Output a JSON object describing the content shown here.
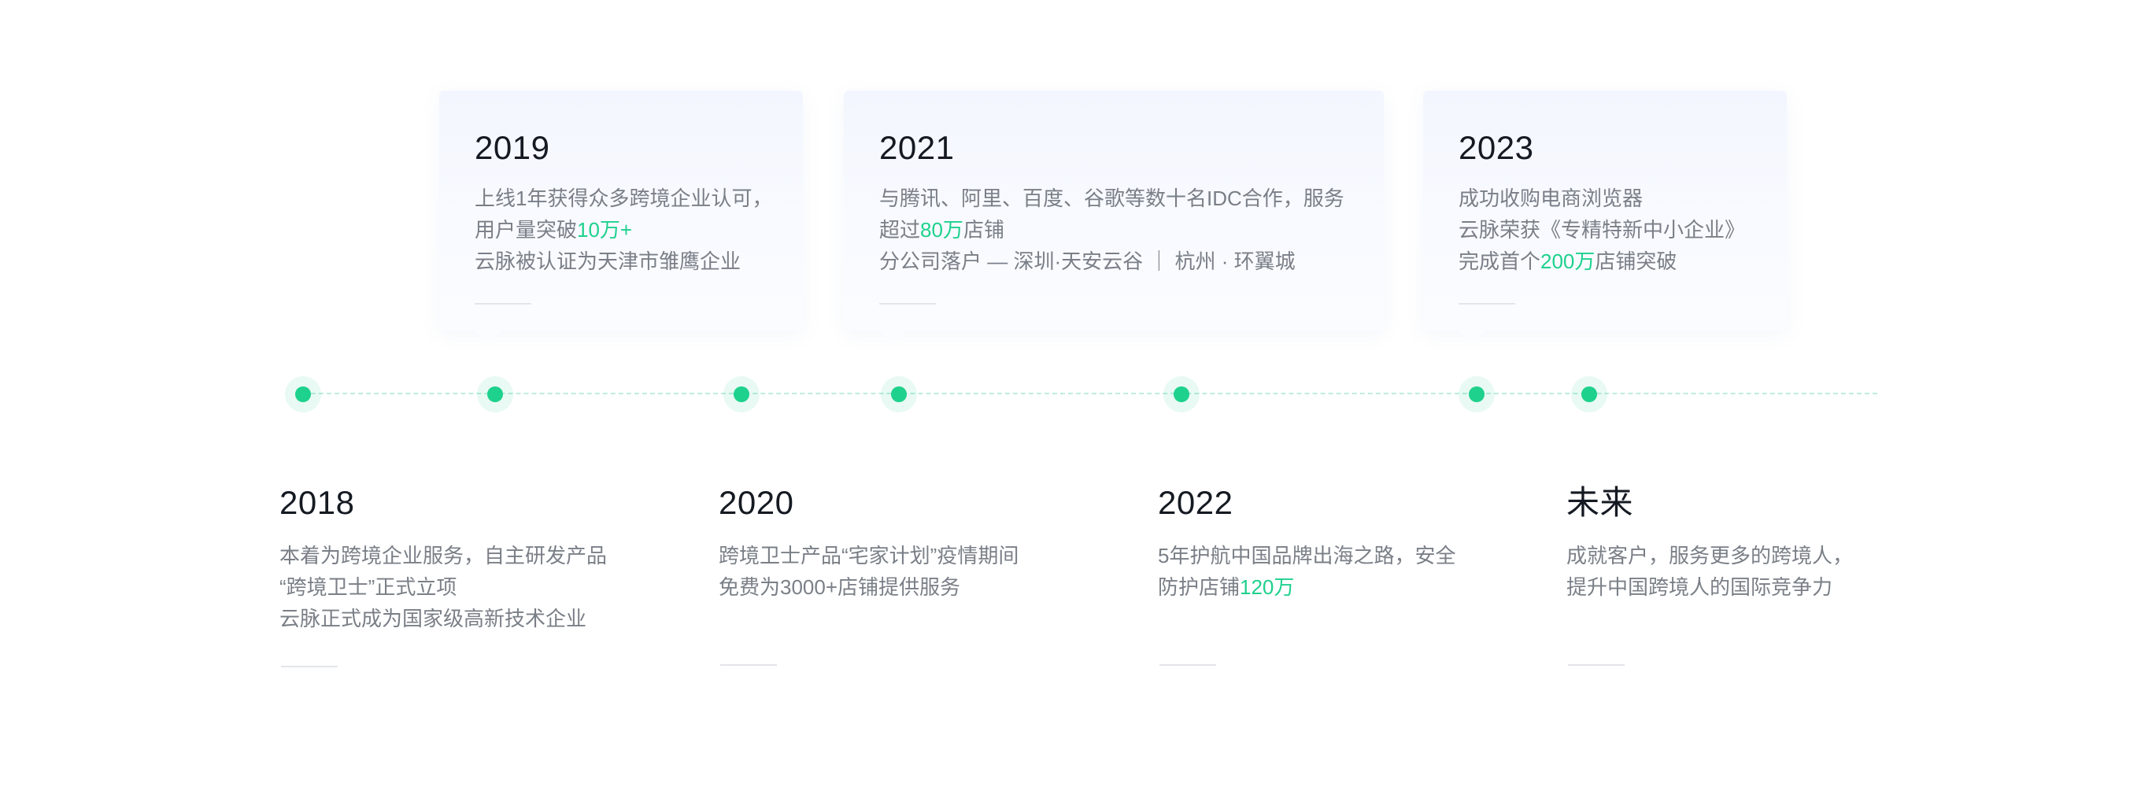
{
  "top": [
    {
      "year": "2019",
      "lines": [
        [
          {
            "t": "上线1年获得众多跨境企业认可，"
          }
        ],
        [
          {
            "t": "用户量突破"
          },
          {
            "t": "10万+",
            "h": true
          }
        ],
        [
          {
            "t": "云脉被认证为天津市雏鹰企业"
          }
        ]
      ]
    },
    {
      "year": "2021",
      "lines": [
        [
          {
            "t": "与腾讯、阿里、百度、谷歌等数十名IDC合作，服务"
          }
        ],
        [
          {
            "t": "超过"
          },
          {
            "t": "80万",
            "h": true
          },
          {
            "t": "店铺"
          }
        ],
        [
          {
            "t": "分公司落户 — 深圳·天安云谷  ｜  杭州 · 环翼城"
          }
        ]
      ]
    },
    {
      "year": "2023",
      "lines": [
        [
          {
            "t": "成功收购电商浏览器"
          }
        ],
        [
          {
            "t": "云脉荣获《专精特新中小企业》"
          }
        ],
        [
          {
            "t": "完成首个"
          },
          {
            "t": "200万",
            "h": true
          },
          {
            "t": "店铺突破"
          }
        ]
      ]
    }
  ],
  "bottom": [
    {
      "year": "2018",
      "lines": [
        [
          {
            "t": "本着为跨境企业服务，自主研发产品"
          }
        ],
        [
          {
            "t": "“跨境卫士”正式立项"
          }
        ],
        [
          {
            "t": "云脉正式成为国家级高新技术企业"
          }
        ]
      ]
    },
    {
      "year": "2020",
      "lines": [
        [
          {
            "t": "跨境卫士产品“宅家计划”疫情期间"
          }
        ],
        [
          {
            "t": "免费为3000+店铺提供服务"
          }
        ]
      ]
    },
    {
      "year": "2022",
      "lines": [
        [
          {
            "t": "5年护航中国品牌出海之路，安全"
          }
        ],
        [
          {
            "t": "防护店铺"
          },
          {
            "t": "120万",
            "h": true
          }
        ]
      ]
    },
    {
      "year": "未来",
      "lines": [
        [
          {
            "t": "成就客户，服务更多的跨境人，"
          }
        ],
        [
          {
            "t": "提升中国跨境人的国际竞争力"
          }
        ]
      ]
    }
  ],
  "colors": {
    "accent": "#1ed18d",
    "dot_halo": "#e4f8f0",
    "timeline": "#bdeedd",
    "year": "#151a22",
    "text": "#7a7f87"
  }
}
